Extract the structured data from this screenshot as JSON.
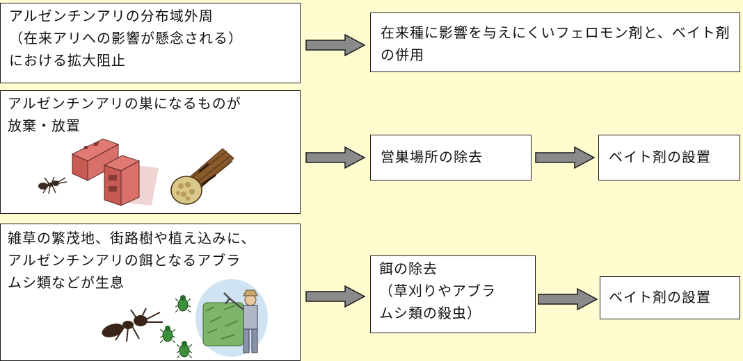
{
  "row1": {
    "condition": "アルゼンチンアリの分布域外周\n（在来アリへの影響が懸念される）\nにおける拡大阻止",
    "action": "在来種に影響を与えにくいフェロモン剤と、ベイト剤の併用"
  },
  "row2": {
    "condition": "アルゼンチンアリの巣になるものが\n放棄・放置",
    "action1": "営巣場所の除去",
    "action2": "ベイト剤の設置"
  },
  "row3": {
    "condition": "雑草の繁茂地、街路樹や植え込みに、\nアルゼンチンアリの餌となるアブラ\nムシ類などが生息",
    "action1": "餌の除去\n（草刈りやアブラ\nムシ類の殺虫）",
    "action2": "ベイト剤の設置"
  },
  "colors": {
    "background": "#fffcd0",
    "arrow_fill": "#8a8a8a",
    "brick": "#d9706a",
    "wood": "#8b5a2b",
    "beetle": "#3d8f3d"
  }
}
